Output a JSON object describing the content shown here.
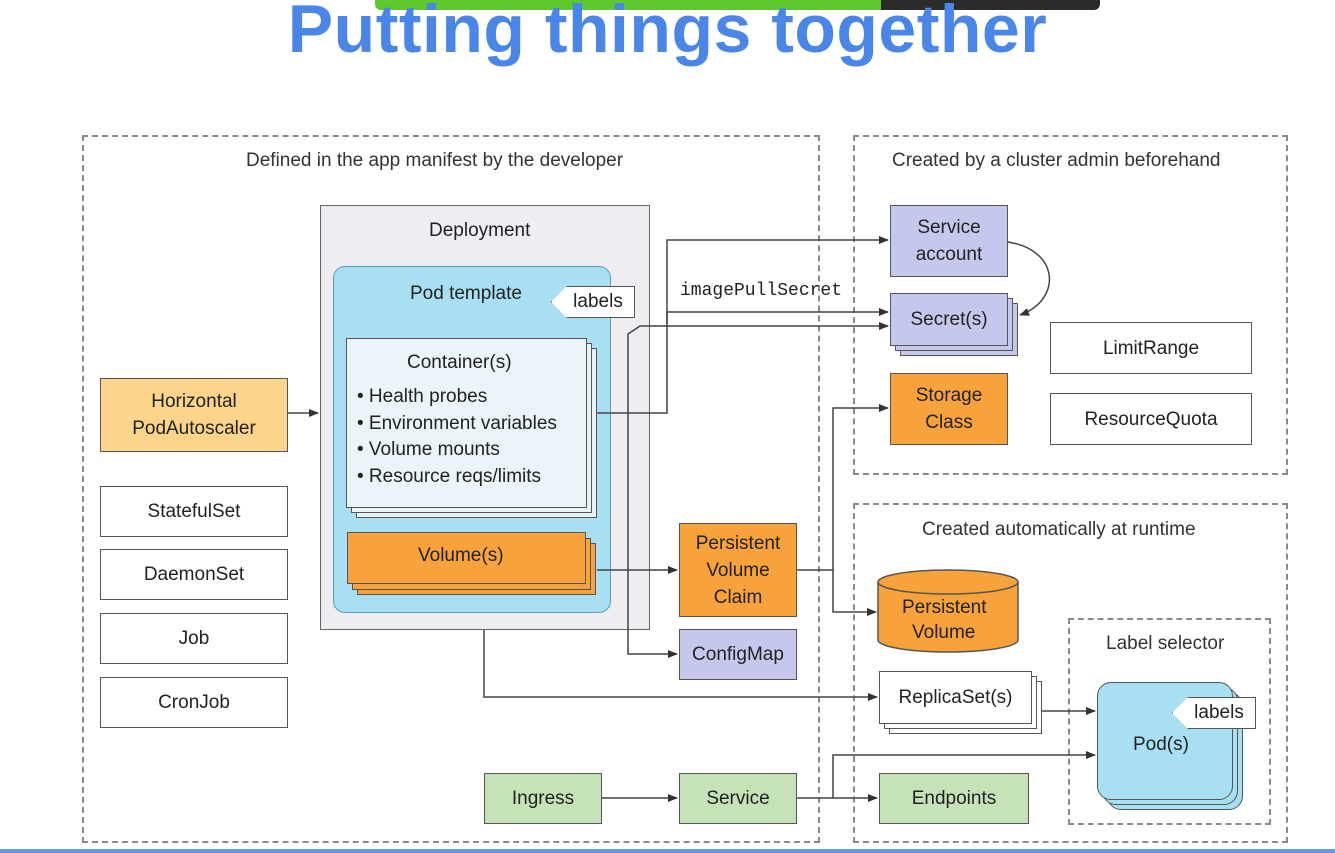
{
  "title": "Putting things together",
  "regions": {
    "developer": "Defined in the app manifest by the developer",
    "admin": "Created by a cluster admin beforehand",
    "runtime": "Created automatically at runtime",
    "label_selector": "Label selector"
  },
  "deployment": {
    "label": "Deployment",
    "pod_template": "Pod template",
    "labels_tag": "labels",
    "containers": "Container(s)",
    "bullets": [
      "• Health probes",
      "• Environment variables",
      "• Volume mounts",
      "• Resource reqs/limits"
    ],
    "volumes": "Volume(s)"
  },
  "left_boxes": {
    "hpa_line1": "Horizontal",
    "hpa_line2": "PodAutoscaler",
    "statefulset": "StatefulSet",
    "daemonset": "DaemonSet",
    "job": "Job",
    "cronjob": "CronJob"
  },
  "middle": {
    "pvc_line1": "Persistent",
    "pvc_line2": "Volume",
    "pvc_line3": "Claim",
    "configmap": "ConfigMap",
    "ingress": "Ingress",
    "service": "Service",
    "image_pull_secret": "imagePullSecret"
  },
  "admin_boxes": {
    "sa_line1": "Service",
    "sa_line2": "account",
    "secrets": "Secret(s)",
    "storage_line1": "Storage",
    "storage_line2": "Class",
    "limitrange": "LimitRange",
    "resourcequota": "ResourceQuota"
  },
  "runtime_boxes": {
    "pv_line1": "Persistent",
    "pv_line2": "Volume",
    "replicasets": "ReplicaSet(s)",
    "endpoints": "Endpoints",
    "pods": "Pod(s)",
    "labels_tag": "labels"
  },
  "colors": {
    "title": "#4a86e8",
    "orange": "#f7a23a",
    "pale_orange": "#fcd48c",
    "purple": "#c5c8ec",
    "green": "#c6e2b8",
    "light_blue": "#a9dff3"
  }
}
